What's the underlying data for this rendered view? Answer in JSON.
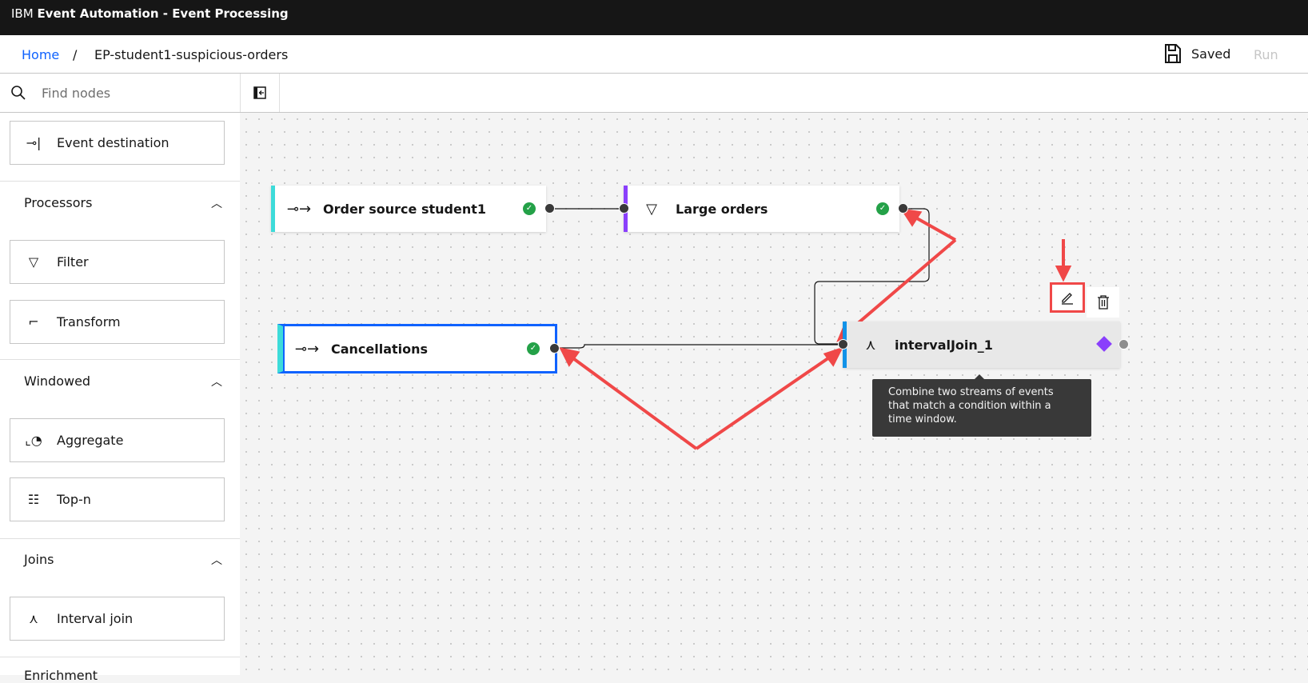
{
  "app": {
    "title_prefix": "IBM",
    "title_bold": "Event Automation - Event Processing"
  },
  "breadcrumb": {
    "home": "Home",
    "separator": "/",
    "current": "EP-student1-suspicious-orders"
  },
  "actions": {
    "saved": "Saved",
    "run": "Run"
  },
  "search": {
    "placeholder": "Find nodes"
  },
  "sidebar": {
    "event_destination": "Event destination",
    "sections": [
      {
        "title": "Processors",
        "items": [
          "Filter",
          "Transform"
        ]
      },
      {
        "title": "Windowed",
        "items": [
          "Aggregate",
          "Top-n"
        ]
      },
      {
        "title": "Joins",
        "items": [
          "Interval join"
        ]
      },
      {
        "title": "Enrichment",
        "items": []
      }
    ]
  },
  "canvas": {
    "nodes": [
      {
        "label": "Order source student1",
        "type": "event-source",
        "color": "#3ddbd9",
        "status": "valid"
      },
      {
        "label": "Large orders",
        "type": "filter",
        "color": "#8a3ffc",
        "status": "valid"
      },
      {
        "label": "Cancellations",
        "type": "event-source",
        "color": "#3ddbd9",
        "status": "valid",
        "selected": true
      },
      {
        "label": "intervalJoin_1",
        "type": "interval-join",
        "color": "#1192e8",
        "status": "incomplete"
      }
    ],
    "tooltip": "Combine two streams of events that match a condition within a time window.",
    "annotation_color": "#f04848"
  }
}
